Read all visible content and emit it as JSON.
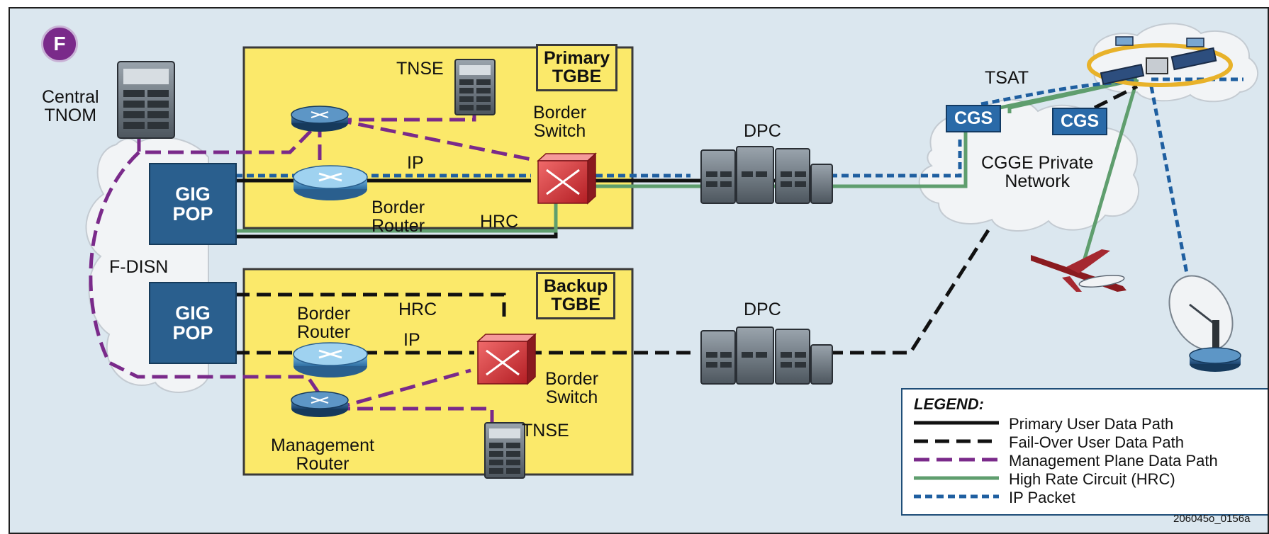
{
  "badge": "F",
  "labels": {
    "central_tnom": "Central\nTNOM",
    "tnse_top": "TNSE",
    "tnse_bottom": "TNSE",
    "border_switch_top": "Border\nSwitch",
    "border_switch_bottom": "Border\nSwitch",
    "border_router_top": "Border\nRouter",
    "border_router_bottom": "Border\nRouter",
    "management_router": "Management\nRouter",
    "ip_top": "IP",
    "ip_bottom": "IP",
    "hrc_top": "HRC",
    "hrc_bottom": "HRC",
    "dpc_top": "DPC",
    "dpc_bottom": "DPC",
    "tsat": "TSAT",
    "cgge": "CGGE Private\nNetwork",
    "f_disn": "F-DISN"
  },
  "boxes": {
    "primary_title": "Primary\nTGBE",
    "backup_title": "Backup\nTGBE",
    "gig_pop_top": "GIG\nPOP",
    "gig_pop_bottom": "GIG\nPOP",
    "cgs_1": "CGS",
    "cgs_2": "CGS"
  },
  "legend": {
    "title": "LEGEND:",
    "items": [
      {
        "label": "Primary User Data Path",
        "style": "solid-black"
      },
      {
        "label": "Fail-Over User Data Path",
        "style": "dashed-black"
      },
      {
        "label": "Management Plane Data Path",
        "style": "dashed-purple"
      },
      {
        "label": "High Rate Circuit (HRC)",
        "style": "solid-green"
      },
      {
        "label": "IP Packet",
        "style": "dotted-blue"
      }
    ]
  },
  "figure_id": "206045o_0156a",
  "colors": {
    "background": "#dbe7ef",
    "tgbe_box": "#fbe96a",
    "gig_pop": "#2a5f8e",
    "cgs": "#2a6aa8",
    "management_path": "#7a2a8a",
    "hrc_path": "#5f9e6e",
    "ip_packet_path": "#1f5fa0",
    "user_path": "#111111"
  },
  "icons": [
    "server-icon",
    "router-icon",
    "switch-icon",
    "satellite-icon",
    "aircraft-icon",
    "satellite-dish-icon",
    "cloud-icon"
  ]
}
